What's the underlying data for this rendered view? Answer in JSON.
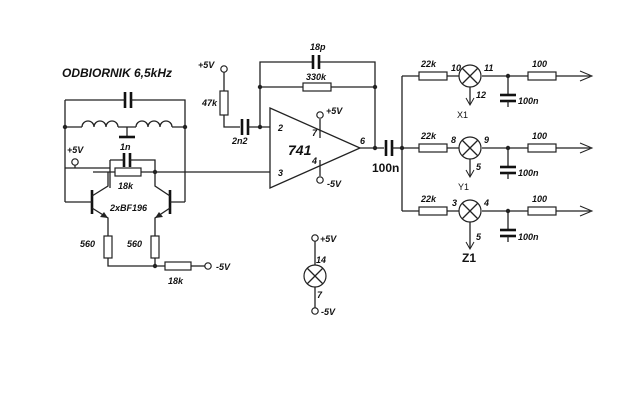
{
  "title": "ODBIORNIK 6,5kHz",
  "components": {
    "c_tank": "",
    "c_1n": "1n",
    "r_18k_fb": "18k",
    "transistors": "2xBF196",
    "r_560_left": "560",
    "r_560_right": "560",
    "r_18k_bottom": "18k",
    "r_47k": "47k",
    "c_2n2": "2n2",
    "c_18p": "18p",
    "r_330k": "330k",
    "opamp": "741",
    "c_100n_out": "100n",
    "r_22k_1": "22k",
    "r_22k_2": "22k",
    "r_22k_3": "22k",
    "r_100_1": "100",
    "r_100_2": "100",
    "r_100_3": "100",
    "c_100n_1": "100n",
    "c_100n_2": "100n",
    "c_100n_3": "100n"
  },
  "supplies": {
    "vplus_left": "+5V",
    "vminus_bottom": "-5V",
    "vplus_47k": "+5V",
    "vplus_op": "+5V",
    "vminus_op": "-5V",
    "vplus_lamp": "+5V",
    "vminus_lamp": "-5V"
  },
  "pins": {
    "op_in_inv": "2",
    "op_in_noninv": "3",
    "op_vcc": "7",
    "op_vee": "4",
    "op_out": "6",
    "l1_a": "10",
    "l1_b": "11",
    "l1_c": "12",
    "l2_a": "8",
    "l2_b": "9",
    "l2_c": "5",
    "l3_a": "3",
    "l3_b": "4",
    "l3_c": "5",
    "lamp_top": "14",
    "lamp_bot": "7"
  },
  "outputs": {
    "x1": "X1",
    "y1": "Y1",
    "z1": "Z1"
  }
}
